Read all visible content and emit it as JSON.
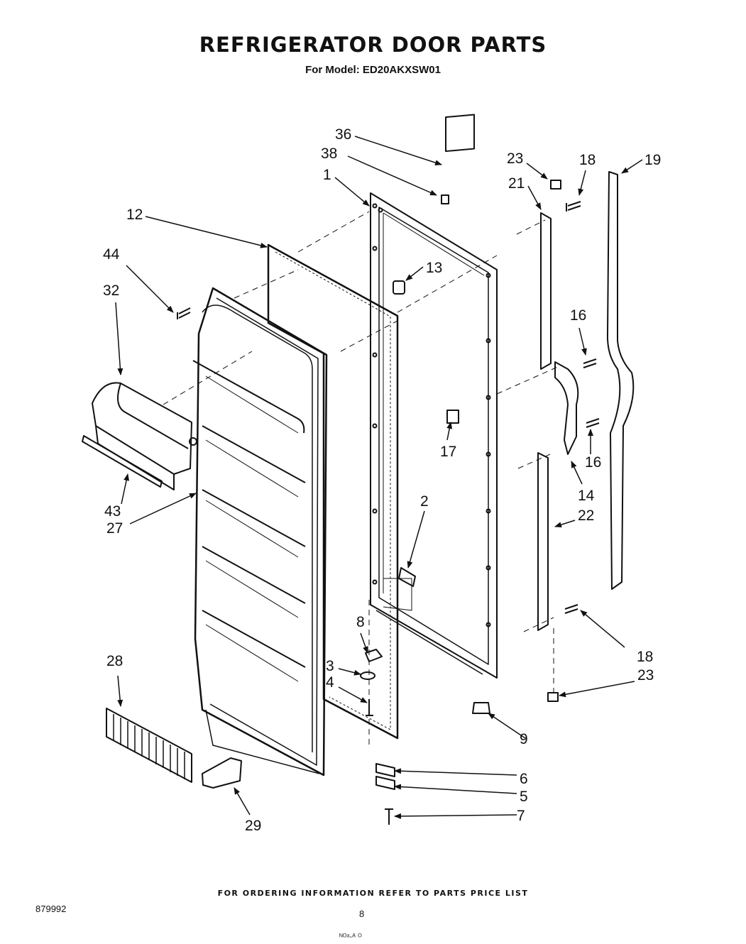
{
  "title": "REFRIGERATOR DOOR PARTS",
  "subtitle": "For Model: ED20AKXSW01",
  "footer_note": "FOR ORDERING INFORMATION REFER TO PARTS PRICE LIST",
  "doc_number": "879992",
  "page_number": "8",
  "stamp": "ᴺᴼᵃ‐ᴬ ᴼ",
  "callouts": {
    "p36": "36",
    "p38": "38",
    "p1": "1",
    "p12": "12",
    "p44": "44",
    "p32": "32",
    "p13": "13",
    "p23a": "23",
    "p18a": "18",
    "p19": "19",
    "p21": "21",
    "p16a": "16",
    "p17": "17",
    "p16b": "16",
    "p14": "14",
    "p22": "22",
    "p2": "2",
    "p43": "43",
    "p27": "27",
    "p8": "8",
    "p28": "28",
    "p3": "3",
    "p4": "4",
    "p18b": "18",
    "p23b": "23",
    "p9": "9",
    "p6": "6",
    "p5": "5",
    "p7": "7",
    "p29": "29"
  }
}
